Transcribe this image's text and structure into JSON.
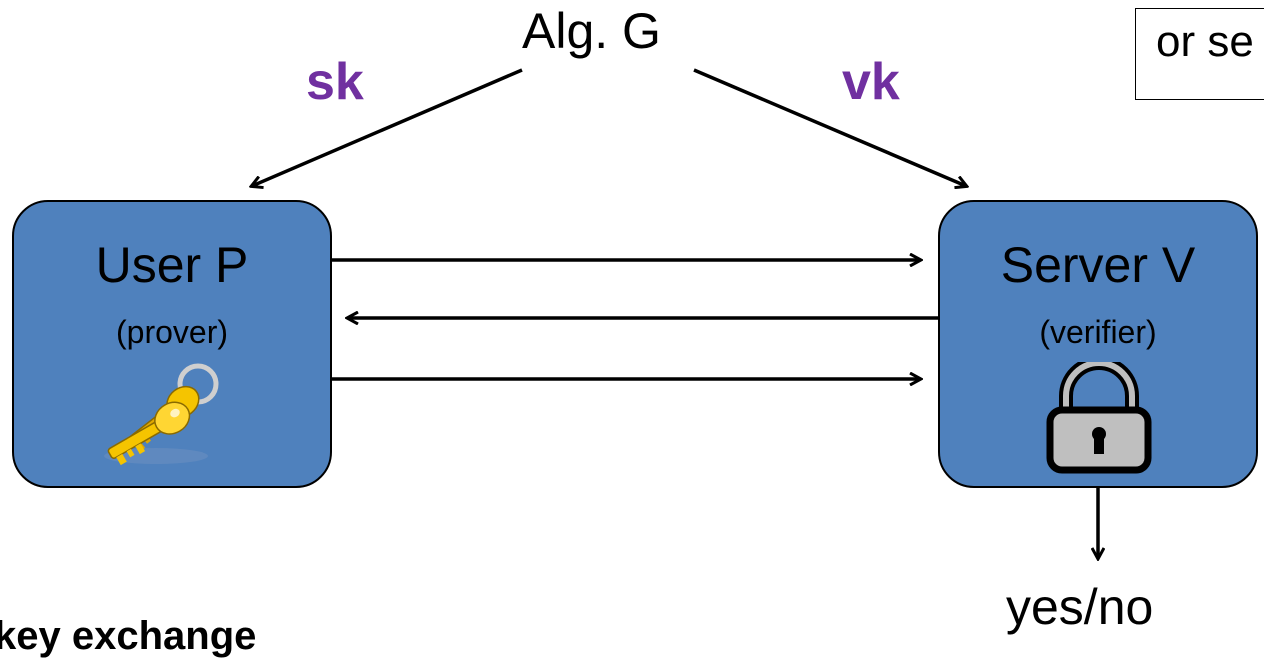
{
  "title_alg": "Alg.  G",
  "left_key": "sk",
  "right_key": "vk",
  "note_text": "or se",
  "user": {
    "title": "User  P",
    "subtitle": "(prover)",
    "icon": "keys-icon"
  },
  "server": {
    "title": "Server V",
    "subtitle": "(verifier)",
    "icon": "padlock-icon"
  },
  "result": "yes/no",
  "bottom_text": "key exchange",
  "colors": {
    "box": "#4F81BD",
    "key_label": "#7030A0",
    "keys": "#F5C400",
    "lock": "#BFBFBF"
  }
}
